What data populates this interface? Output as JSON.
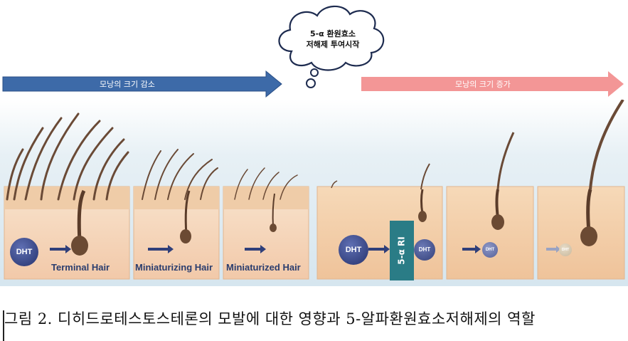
{
  "arrows": {
    "left_label": "모낭의 크기 감소",
    "right_label": "모낭의 크기 증가",
    "left_color": "#3d6aa8",
    "right_color": "#f39696"
  },
  "cloud": {
    "line1": "5-α 환원효소",
    "line2": "저해제 투여시작"
  },
  "panels": [
    {
      "label": "Terminal Hair"
    },
    {
      "label": "Miniaturizing Hair"
    },
    {
      "label": "Miniaturized Hair"
    }
  ],
  "dht_label": "DHT",
  "ri_label": "5-α RI",
  "caption": "그림 2. 디히드로테스토스테론의 모발에 대한 영향과 5-알파환원효소저해제의 역할"
}
